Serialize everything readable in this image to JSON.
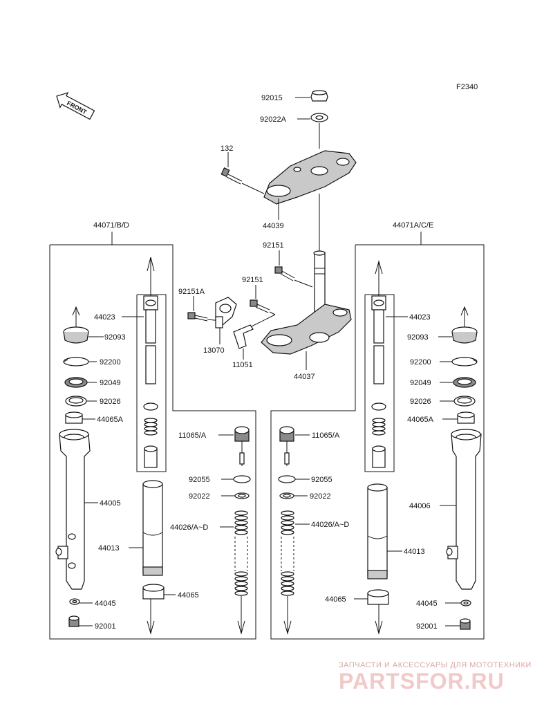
{
  "diagram_code": "F2340",
  "front_label": "FRONT",
  "labels": {
    "p92015": "92015",
    "p92022A": "92022A",
    "p132": "132",
    "p44039": "44039",
    "p92151_top": "92151",
    "p92151A": "92151A",
    "p92151_mid": "92151",
    "p13070": "13070",
    "p11051": "11051",
    "p44037": "44037",
    "p44071BD": "44071/B/D",
    "p44071ACE": "44071A/C/E",
    "l44023": "44023",
    "l92093": "92093",
    "l92200": "92200",
    "l92049": "92049",
    "l92026": "92026",
    "l44065A": "44065A",
    "l44005": "44005",
    "l44013": "44013",
    "l44045": "44045",
    "l92001": "92001",
    "l11065A": "11065/A",
    "l92055": "92055",
    "l92022": "92022",
    "l44026": "44026/A~D",
    "l44065": "44065",
    "r44023": "44023",
    "r92093": "92093",
    "r92200": "92200",
    "r92049": "92049",
    "r92026": "92026",
    "r44065A": "44065A",
    "r44006": "44006",
    "r44013": "44013",
    "r44045": "44045",
    "r92001": "92001",
    "r11065A": "11065/A",
    "r92055": "92055",
    "r92022": "92022",
    "r44026": "44026/A~D",
    "r44065": "44065"
  },
  "watermark": {
    "tagline": "ЗАПЧАСТИ И АКСЕССУАРЫ ДЛЯ МОТОТЕХНИКИ",
    "brand": "PARTSFOR.RU"
  },
  "colors": {
    "line": "#111111",
    "shade": "#c9c9c9",
    "watermark_text": "#d7a8a8",
    "watermark_brand": "#f1c9c9"
  }
}
